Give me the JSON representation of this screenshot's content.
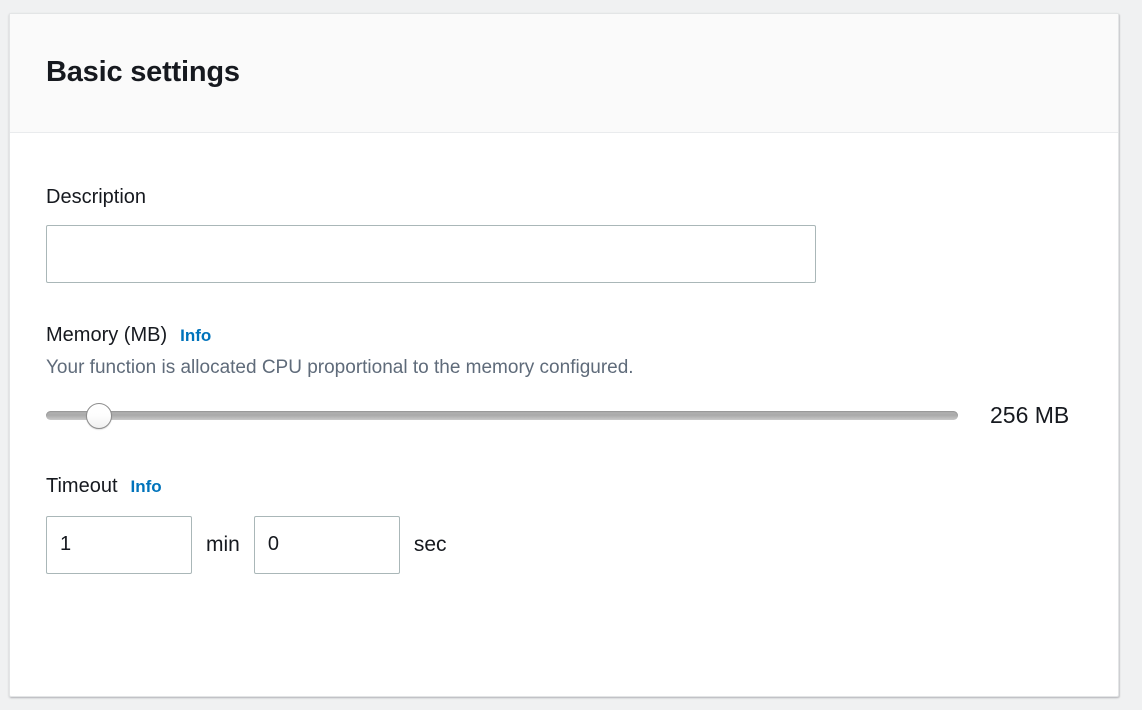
{
  "panel": {
    "title": "Basic settings"
  },
  "fields": {
    "description": {
      "label": "Description",
      "value": "",
      "placeholder": ""
    },
    "memory": {
      "label": "Memory (MB)",
      "info_label": "Info",
      "description": "Your function is allocated CPU proportional to the memory configured.",
      "value_label": "256 MB",
      "value": 256,
      "min": 128,
      "max": 10240,
      "thumb_percent": 5.8
    },
    "timeout": {
      "label": "Timeout",
      "info_label": "Info",
      "minutes_value": "1",
      "minutes_unit": "min",
      "seconds_value": "0",
      "seconds_unit": "sec"
    }
  },
  "colors": {
    "page_background": "#f0f1f2",
    "card_background": "#ffffff",
    "header_background": "#fafafa",
    "title_text": "#16191f",
    "link_blue": "#0073bb",
    "helper_text": "#5f6b7a",
    "input_border": "#aab7b8",
    "slider_track": "#a9a9a9"
  }
}
